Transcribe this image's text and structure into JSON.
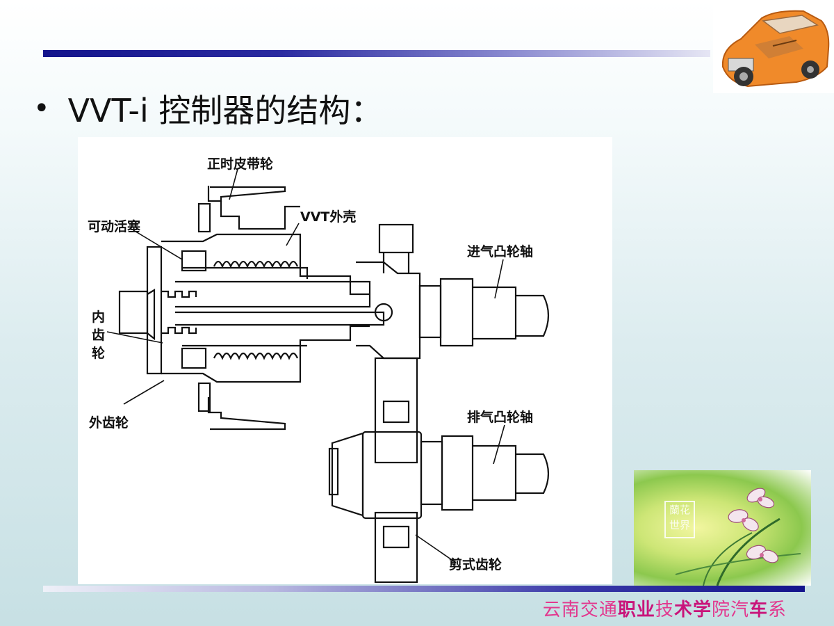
{
  "slide": {
    "title": "VVT-i 控制器的结构：",
    "bullet": "•"
  },
  "diagram": {
    "labels": {
      "timing_belt_pulley": "正时皮带轮",
      "movable_piston": "可动活塞",
      "vvt_housing": "VVT外壳",
      "intake_camshaft": "进气凸轮轴",
      "inner_gear": "内齿轮",
      "outer_gear": "外齿轮",
      "exhaust_camshaft": "排气凸轮轴",
      "scissor_gear": "剪式齿轮"
    }
  },
  "orchid": {
    "seal_text": "蘭花世界"
  },
  "footer": {
    "part1": "云南交通",
    "part2": "职业",
    "part3": "技",
    "part4": "术学",
    "part5": "院汽",
    "part6": "车",
    "part7": "系"
  },
  "colors": {
    "rule_dark": "#14148c",
    "footer_pink": "#e2388e"
  }
}
